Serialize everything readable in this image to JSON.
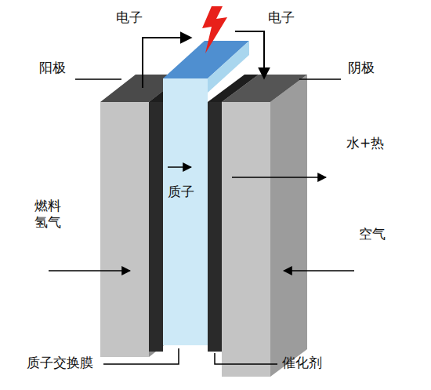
{
  "diagram": {
    "labels": [
      "电子",
      "电子",
      "阳极",
      "阴极",
      "水+热",
      "燃料 氢气",
      "质子",
      "空气",
      "质子交换膜",
      "催化剂"
    ]
  }
}
